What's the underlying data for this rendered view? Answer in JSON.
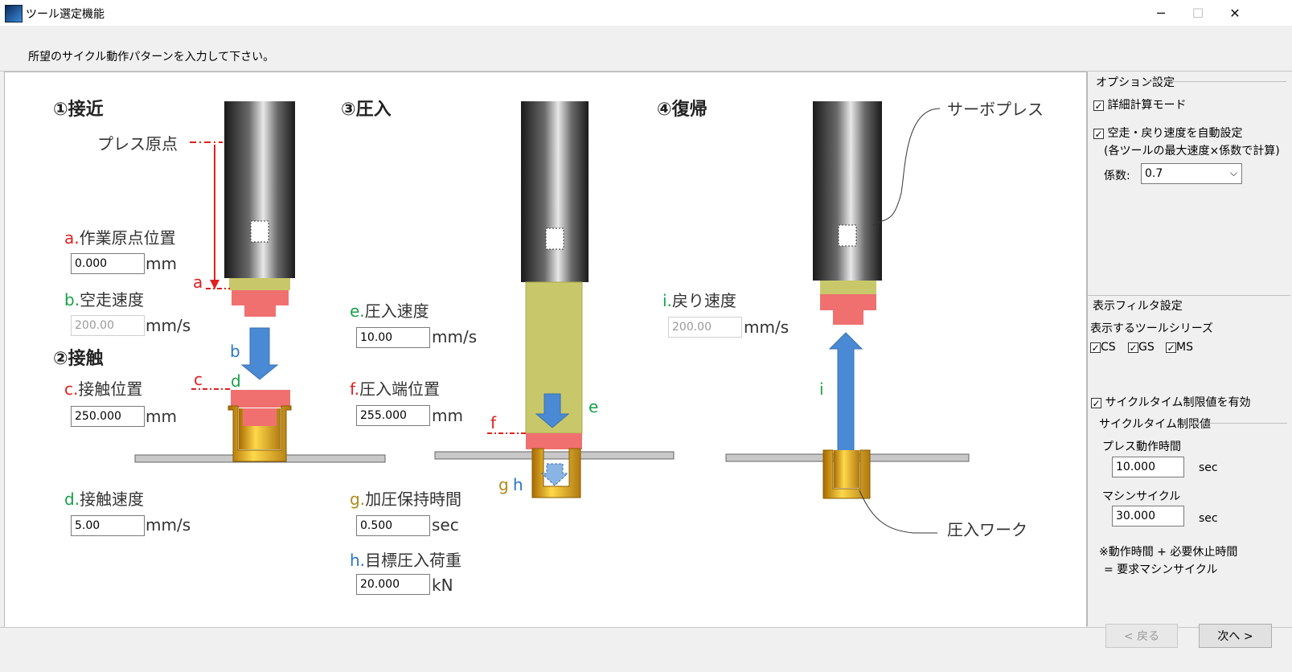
{
  "window": {
    "title": "ツール選定機能",
    "min": "─",
    "max": "☐",
    "close": "✕"
  },
  "instruction": "所望のサイクル動作パターンを入力して下さい。",
  "diagram": {
    "step1": "①接近",
    "step2": "②接触",
    "step3": "③圧入",
    "step4": "④復帰",
    "press_origin": "プレス原点",
    "servo_press": "サーボプレス",
    "press_work": "圧入ワーク",
    "marks": {
      "a": "a",
      "b": "b",
      "c": "c",
      "d": "d",
      "e": "e",
      "f": "f",
      "g": "g",
      "h": "h",
      "i": "i"
    }
  },
  "fields": {
    "a": {
      "prefix": "a.",
      "label": "作業原点位置",
      "value": "0.000",
      "unit": "mm"
    },
    "b": {
      "prefix": "b.",
      "label": "空走速度",
      "value": "200.00",
      "unit": "mm/s"
    },
    "c": {
      "prefix": "c.",
      "label": "接触位置",
      "value": "250.000",
      "unit": "mm"
    },
    "d": {
      "prefix": "d.",
      "label": "接触速度",
      "value": "5.00",
      "unit": "mm/s"
    },
    "e": {
      "prefix": "e.",
      "label": "圧入速度",
      "value": "10.00",
      "unit": "mm/s"
    },
    "f": {
      "prefix": "f.",
      "label": "圧入端位置",
      "value": "255.000",
      "unit": "mm"
    },
    "g": {
      "prefix": "g.",
      "label": "加圧保持時間",
      "value": "0.500",
      "unit": "sec"
    },
    "h": {
      "prefix": "h.",
      "label": "目標圧入荷重",
      "value": "20.000",
      "unit": "kN"
    },
    "i": {
      "prefix": "i.",
      "label": "戻り速度",
      "value": "200.00",
      "unit": "mm/s"
    }
  },
  "options": {
    "group": "オプション設定",
    "detail_mode": "詳細計算モード",
    "auto_speed": "空走・戻り速度を自動設定",
    "auto_speed_note": "(各ツールの最大速度×係数で計算)",
    "coef_label": "係数:",
    "coef_value": "0.7"
  },
  "filter": {
    "group": "表示フィルタ設定",
    "series_label": "表示するツールシリーズ",
    "series": [
      "CS",
      "GS",
      "MS"
    ],
    "cycle_enable": "サイクルタイム制限値を有効",
    "cycle_group": "サイクルタイム制限値",
    "press_time_label": "プレス動作時間",
    "press_time_value": "10.000",
    "machine_cycle_label": "マシンサイクル",
    "machine_cycle_value": "30.000",
    "unit": "sec",
    "note1": "※動作時間 + 必要休止時間",
    "note2": "= 要求マシンサイクル"
  },
  "buttons": {
    "back": "< 戻る",
    "next": "次へ >"
  },
  "colors": {
    "red": "#e02020",
    "green": "#1aa04a",
    "blue": "#2a76c8",
    "olive": "#b08a1a",
    "punch": "#f07070",
    "ram": "#c8c86a",
    "arrow": "#4a8ad4"
  }
}
